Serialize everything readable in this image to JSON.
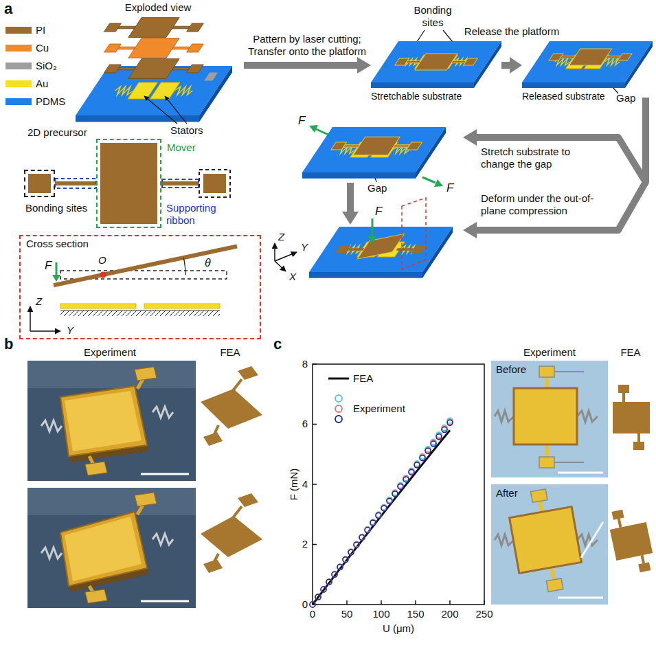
{
  "diagram": {
    "nodes": [
      {
        "text": [
          "Stretchable substrate"
        ]
      },
      {
        "text": [
          "Released substrate"
        ]
      },
      {
        "text": [
          "Mover"
        ]
      },
      {
        "text": [
          "Bonding sites"
        ]
      },
      {
        "text": [
          "Supporting ribbon"
        ]
      },
      {
        "text": [
          "Cross section"
        ]
      }
    ],
    "edges": [
      {
        "from": 0,
        "to": 1,
        "arrow": "to",
        "label": "Release the platform"
      }
    ],
    "labels": [
      "a",
      "Exploded view",
      "Stators",
      "Pattern by laser cutting; Transfer onto the platform",
      "Bonding sites",
      "Gap",
      "2D precursor",
      "F",
      "Gap",
      "F",
      "Stretch substrate to change the gap",
      "Deform under the out-of-plane compression",
      "O",
      "F",
      "θ",
      "Z",
      "Y",
      "Z",
      "Y",
      "X",
      "F",
      "b",
      "Experiment",
      "FEA",
      "c",
      "F (mN)",
      "8",
      "6",
      "4",
      "2",
      "0",
      "0",
      "50",
      "100",
      "150",
      "200",
      "250",
      "U (μm)",
      "Experiment",
      "FEA",
      "Before",
      "After"
    ],
    "legend": [
      {
        "text": "PI",
        "color": "#9c6b2e"
      },
      {
        "text": "Cu",
        "color": "#f08a2a"
      },
      {
        "text": "SiO₂",
        "color": "#9e9e9e"
      },
      {
        "text": "Au",
        "color": "#f3e21c"
      },
      {
        "text": "PDMS",
        "color": "#1f7fe6"
      },
      {
        "text": "FEA"
      },
      {
        "text": "Experiment"
      }
    ]
  }
}
